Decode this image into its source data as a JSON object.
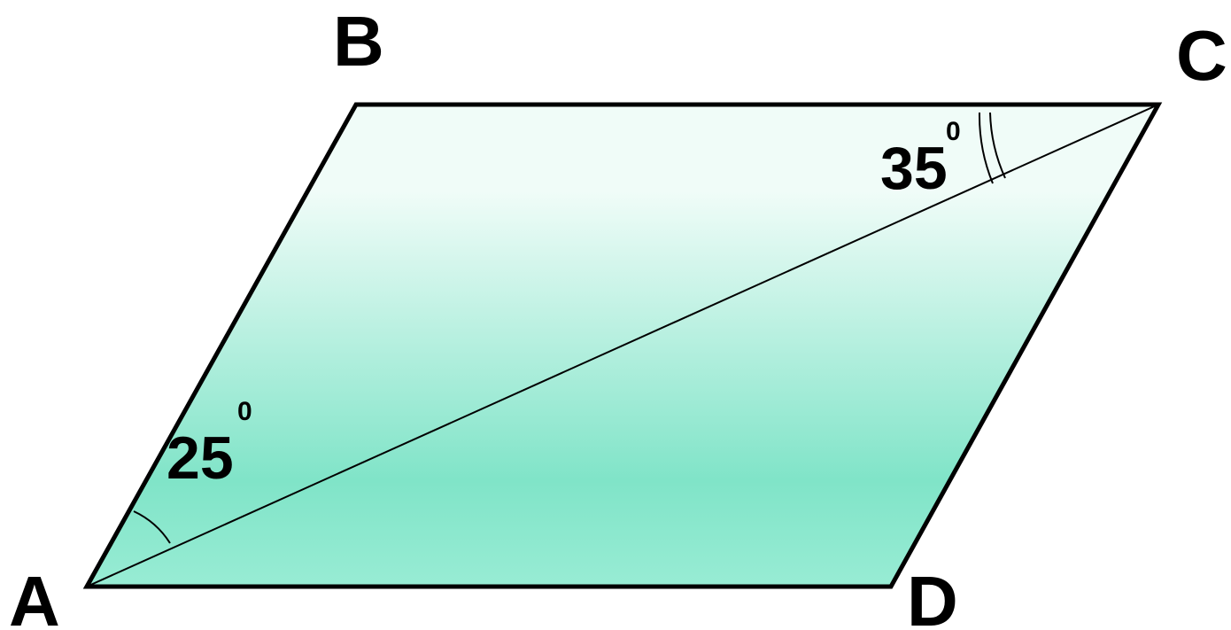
{
  "vertices": {
    "A": "A",
    "B": "B",
    "C": "C",
    "D": "D"
  },
  "angles": {
    "at_A": {
      "value": "25",
      "unit": "0"
    },
    "at_C": {
      "value": "35",
      "unit": "0"
    }
  },
  "colors": {
    "fill_top": "#f0fcf8",
    "fill_mid": "#80e4c8",
    "fill_bottom": "#98ecd4",
    "stroke": "#000000"
  }
}
